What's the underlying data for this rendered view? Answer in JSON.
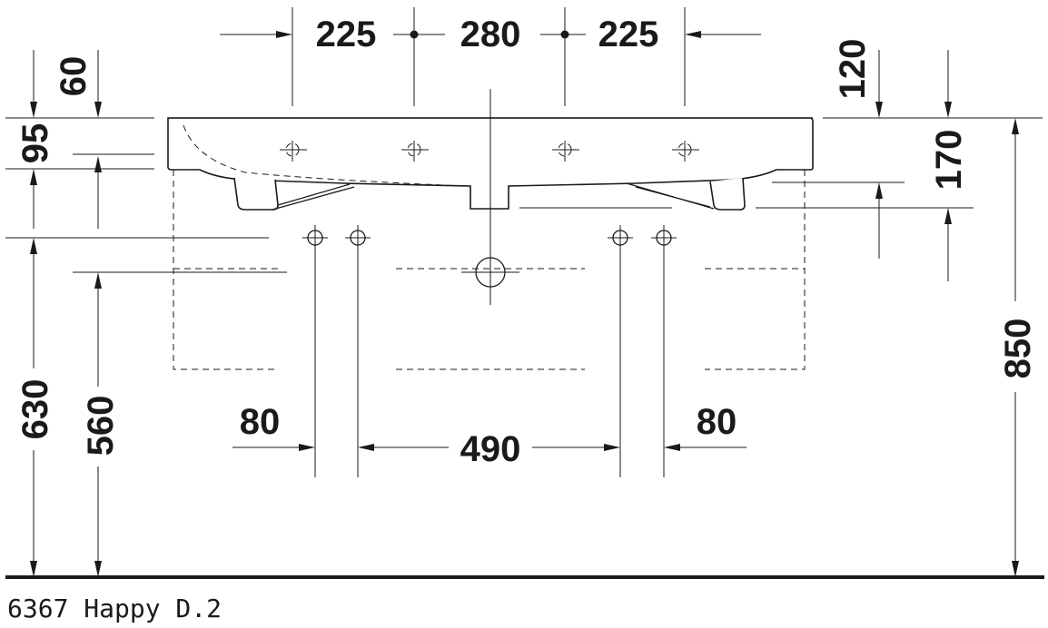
{
  "product": {
    "caption": "6367 Happy D.2"
  },
  "dimensions": {
    "top_left_spacing": "225",
    "top_center_spacing": "280",
    "top_right_spacing": "225",
    "rim_offset_left": "60",
    "rim_height_left": "95",
    "rim_offset_right": "120",
    "basin_depth_right": "170",
    "waste_height": "630",
    "supply_height": "560",
    "bracket_offset_left": "80",
    "bracket_span": "490",
    "bracket_offset_right": "80",
    "overall_height": "850"
  }
}
